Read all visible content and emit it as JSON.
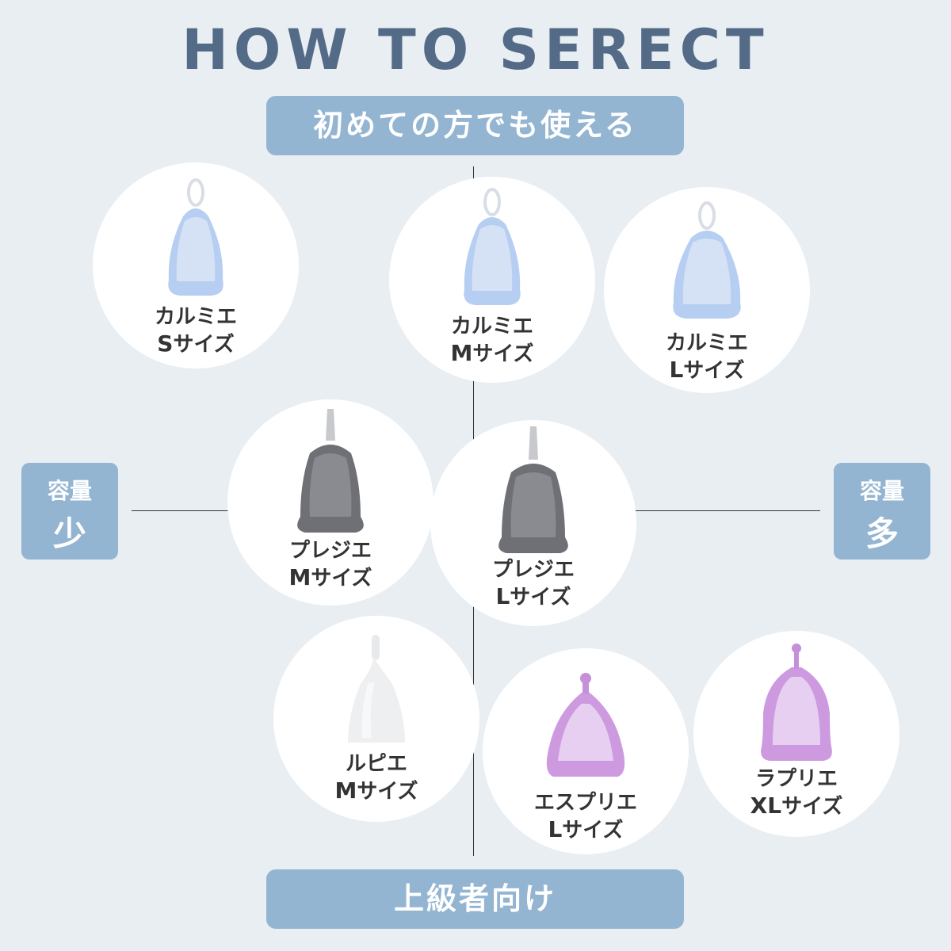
{
  "header": {
    "title": "HOW TO SERECT"
  },
  "axis": {
    "top": "初めての方でも使える",
    "bottom": "上級者向け",
    "left": {
      "line1": "容量",
      "line2": "少"
    },
    "right": {
      "line1": "容量",
      "line2": "多"
    }
  },
  "colors": {
    "background": "#e9eef3",
    "accent": "#93b5d2",
    "title": "#536b87",
    "cup_blue": "#9fc0ea",
    "cup_gray": "#6e6e73",
    "cup_white": "#f1f1f1",
    "cup_purple": "#c68fdb"
  },
  "products": [
    {
      "name": "カルミエ",
      "size_letter": "S",
      "size_suffix": "サイズ",
      "color": "blue"
    },
    {
      "name": "カルミエ",
      "size_letter": "M",
      "size_suffix": "サイズ",
      "color": "blue"
    },
    {
      "name": "カルミエ",
      "size_letter": "L",
      "size_suffix": "サイズ",
      "color": "blue"
    },
    {
      "name": "プレジエ",
      "size_letter": "M",
      "size_suffix": "サイズ",
      "color": "gray"
    },
    {
      "name": "プレジエ",
      "size_letter": "L",
      "size_suffix": "サイズ",
      "color": "gray"
    },
    {
      "name": "ルピエ",
      "size_letter": "M",
      "size_suffix": "サイズ",
      "color": "white"
    },
    {
      "name": "エスプリエ",
      "size_letter": "L",
      "size_suffix": "サイズ",
      "color": "purple"
    },
    {
      "name": "ラプリエ",
      "size_letter": "XL",
      "size_suffix": "サイズ",
      "color": "purple"
    }
  ]
}
